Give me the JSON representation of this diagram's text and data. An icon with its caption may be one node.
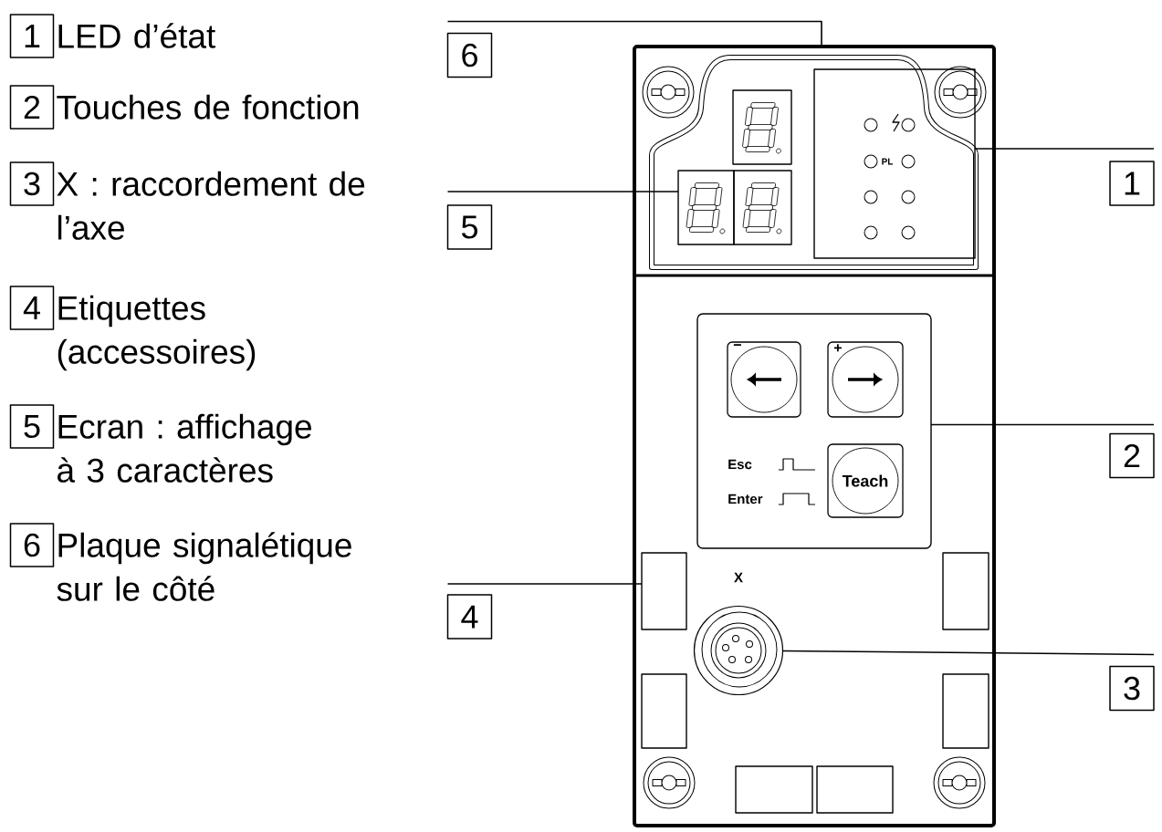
{
  "diagram": {
    "nodes": [
      {
        "text": [
          "1"
        ],
        "beside": [
          "LED d’état"
        ]
      },
      {
        "text": [
          "2"
        ],
        "beside": [
          "Touches de fonction"
        ]
      },
      {
        "text": [
          "3"
        ],
        "beside": [
          "X : raccordement de l’axe"
        ]
      },
      {
        "text": [
          "4"
        ],
        "beside": [
          "Etiquettes (accessoires)"
        ]
      },
      {
        "text": [
          "5"
        ],
        "beside": [
          "Ecran : affichage à 3 caractères"
        ]
      },
      {
        "text": [
          "6"
        ],
        "beside": [
          "Plaque signalétique sur le côté"
        ]
      },
      {
        "text": [
          "6"
        ]
      },
      {
        "text": [
          "1"
        ]
      },
      {
        "text": [
          "5"
        ]
      },
      {
        "text": [
          "2"
        ]
      },
      {
        "text": [
          "4"
        ]
      },
      {
        "text": [
          "3"
        ]
      },
      {
        "text": [],
        "shape": "box"
      },
      {
        "text": [],
        "shape": "box",
        "in": 12
      },
      {
        "text": [],
        "shape": "box",
        "in": 12
      },
      {
        "text": [],
        "shape": "box",
        "in": 12
      },
      {
        "text": [],
        "shape": "box",
        "in": 12
      },
      {
        "text": [],
        "shape": "box",
        "in": 12
      },
      {
        "text": [
          "−"
        ],
        "in": 17
      },
      {
        "text": [
          "+"
        ],
        "in": 17
      },
      {
        "text": [
          "Teach"
        ],
        "in": 17
      },
      {
        "text": [],
        "shape": "box",
        "in": 12
      },
      {
        "text": [],
        "shape": "box",
        "in": 12
      },
      {
        "text": [],
        "shape": "circle",
        "in": 12
      },
      {
        "text": [],
        "shape": "box",
        "in": 12
      },
      {
        "text": [],
        "shape": "box",
        "in": 12
      },
      {
        "text": [],
        "shape": "box",
        "in": 12
      },
      {
        "text": [],
        "shape": "box",
        "in": 12
      }
    ],
    "edges": [
      {
        "from": 6,
        "to": 12,
        "arrow": "none"
      },
      {
        "from": 7,
        "to": 16,
        "arrow": "none"
      },
      {
        "from": 8,
        "to": 14,
        "arrow": "none"
      },
      {
        "from": 9,
        "to": 17,
        "arrow": "none"
      },
      {
        "from": 10,
        "to": 21,
        "arrow": "none"
      },
      {
        "from": 11,
        "to": 23,
        "arrow": "none"
      }
    ],
    "labels": [
      "PL",
      "Esc",
      "Enter",
      "X"
    ]
  }
}
